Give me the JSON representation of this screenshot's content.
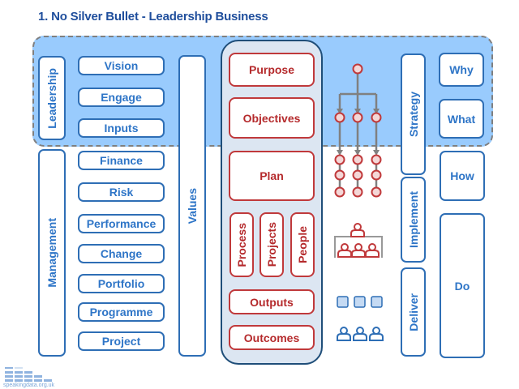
{
  "title": "1. No Silver Bullet - Leadership Business",
  "colors": {
    "title": "#1f4e9c",
    "band_fill": "#99cbfd",
    "blue_border": "#2e6eb5",
    "blue_text": "#2e75c7",
    "core_fill": "#dce6f2",
    "red_border": "#c0393b",
    "red_text": "#b52a2c"
  },
  "left": {
    "leadership_label": "Leadership",
    "management_label": "Management",
    "leadership_items": [
      "Vision",
      "Engage",
      "Inputs"
    ],
    "management_items": [
      "Finance",
      "Risk",
      "Performance",
      "Change",
      "Portfolio",
      "Programme",
      "Project"
    ],
    "values_label": "Values"
  },
  "core": {
    "purpose": "Purpose",
    "objectives": "Objectives",
    "plan": "Plan",
    "process": "Process",
    "projects": "Projects",
    "people": "People",
    "outputs": "Outputs",
    "outcomes": "Outcomes"
  },
  "icons": {
    "hierarchy": "hierarchy-tree-icon",
    "team": "team-structure-icon",
    "deliverables": "deliverable-squares-icon",
    "people": "people-icon"
  },
  "right": {
    "strategy": "Strategy",
    "implement": "Implement",
    "deliver": "Deliver",
    "why": "Why",
    "what": "What",
    "how": "How",
    "do": "Do"
  },
  "footer": {
    "logo_text": "speakingdata.org.uk"
  }
}
